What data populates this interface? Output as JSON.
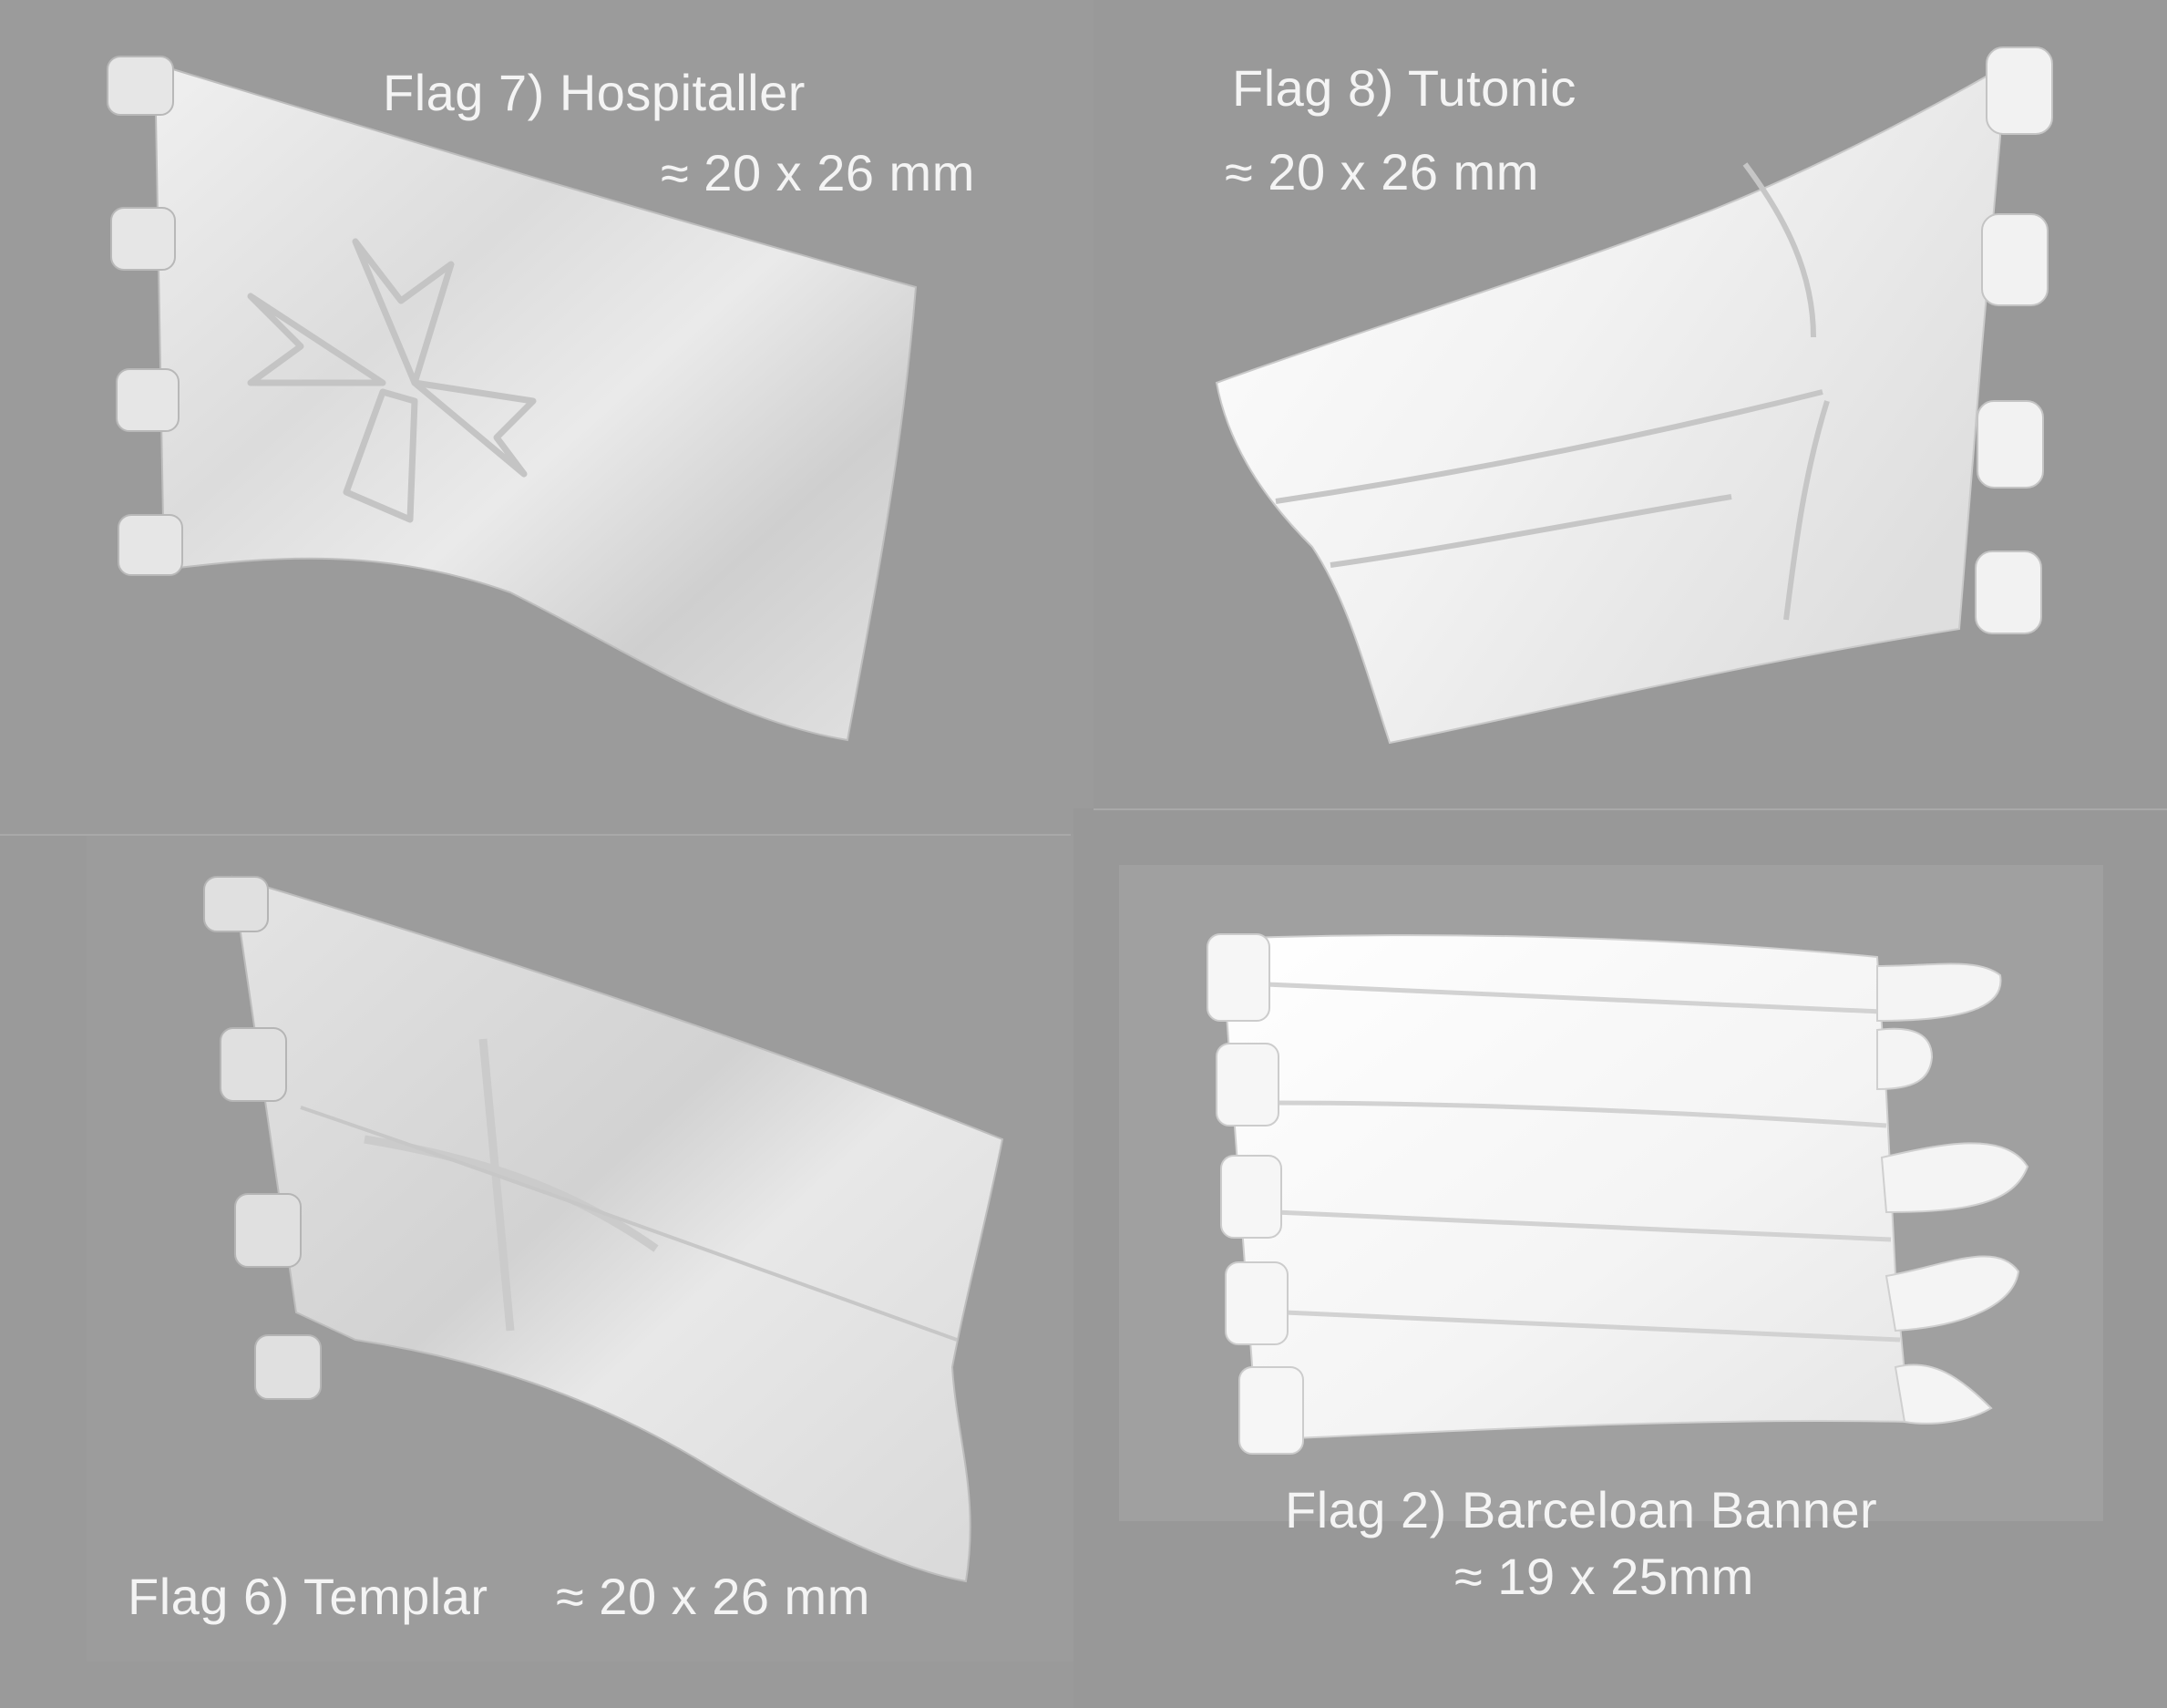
{
  "panels": {
    "hospitaller": {
      "title": "Flag 7) Hospitaller",
      "size": "≈ 20 x 26 mm"
    },
    "teutonic": {
      "title": "Flag 8) Tutonic",
      "size": "≈ 20 x 26 mm"
    },
    "templar": {
      "title": "Flag 6) Templar",
      "size": "≈ 20 x 26 mm"
    },
    "barcelona": {
      "title": "Flag 2) Barceloan Banner",
      "size": "≈ 19 x 25mm"
    }
  },
  "colors": {
    "background": "#9a9a9a",
    "flag_fill": "#eeeeee",
    "flag_shadow": "#c8c8c8",
    "text": "#f4f4f4"
  }
}
